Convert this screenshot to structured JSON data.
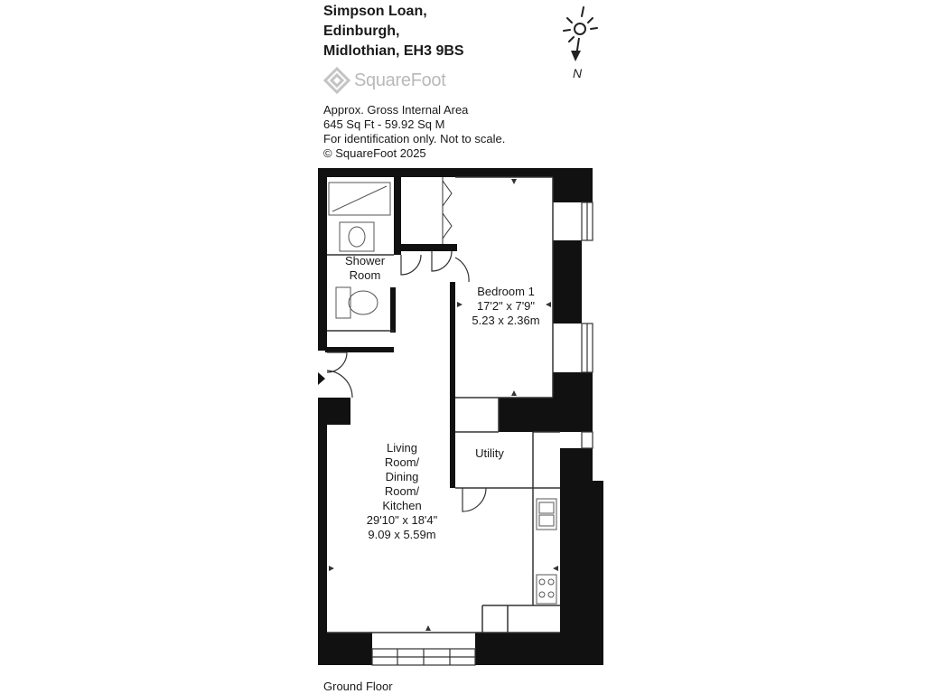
{
  "address": {
    "line1": "Simpson Loan,",
    "line2": "Edinburgh,",
    "line3": "Midlothian, EH3 9BS"
  },
  "logo": {
    "text": "SquareFoot",
    "icon": "squarefoot-logo-icon",
    "color": "#b9b9b9"
  },
  "info": {
    "line1": "Approx. Gross Internal Area",
    "line2": "645 Sq Ft  -  59.92 Sq M",
    "line3": "For identification only. Not to scale.",
    "line4": "© SquareFoot 2025"
  },
  "compass": {
    "label": "N",
    "icon": "compass-sun-icon"
  },
  "rooms": {
    "shower": {
      "name1": "Shower",
      "name2": "Room"
    },
    "bedroom": {
      "name": "Bedroom 1",
      "imperial": "17'2\" x 7'9\"",
      "metric": "5.23 x 2.36m"
    },
    "utility": {
      "name": "Utility"
    },
    "living": {
      "name1": "Living",
      "name2": "Room/",
      "name3": "Dining",
      "name4": "Room/",
      "name5": "Kitchen",
      "imperial": "29'10\" x 18'4\"",
      "metric": "9.09 x 5.59m"
    }
  },
  "floor": {
    "label": "Ground Floor"
  },
  "colors": {
    "wall": "#111111",
    "line": "#333333",
    "fixture": "#555555"
  }
}
